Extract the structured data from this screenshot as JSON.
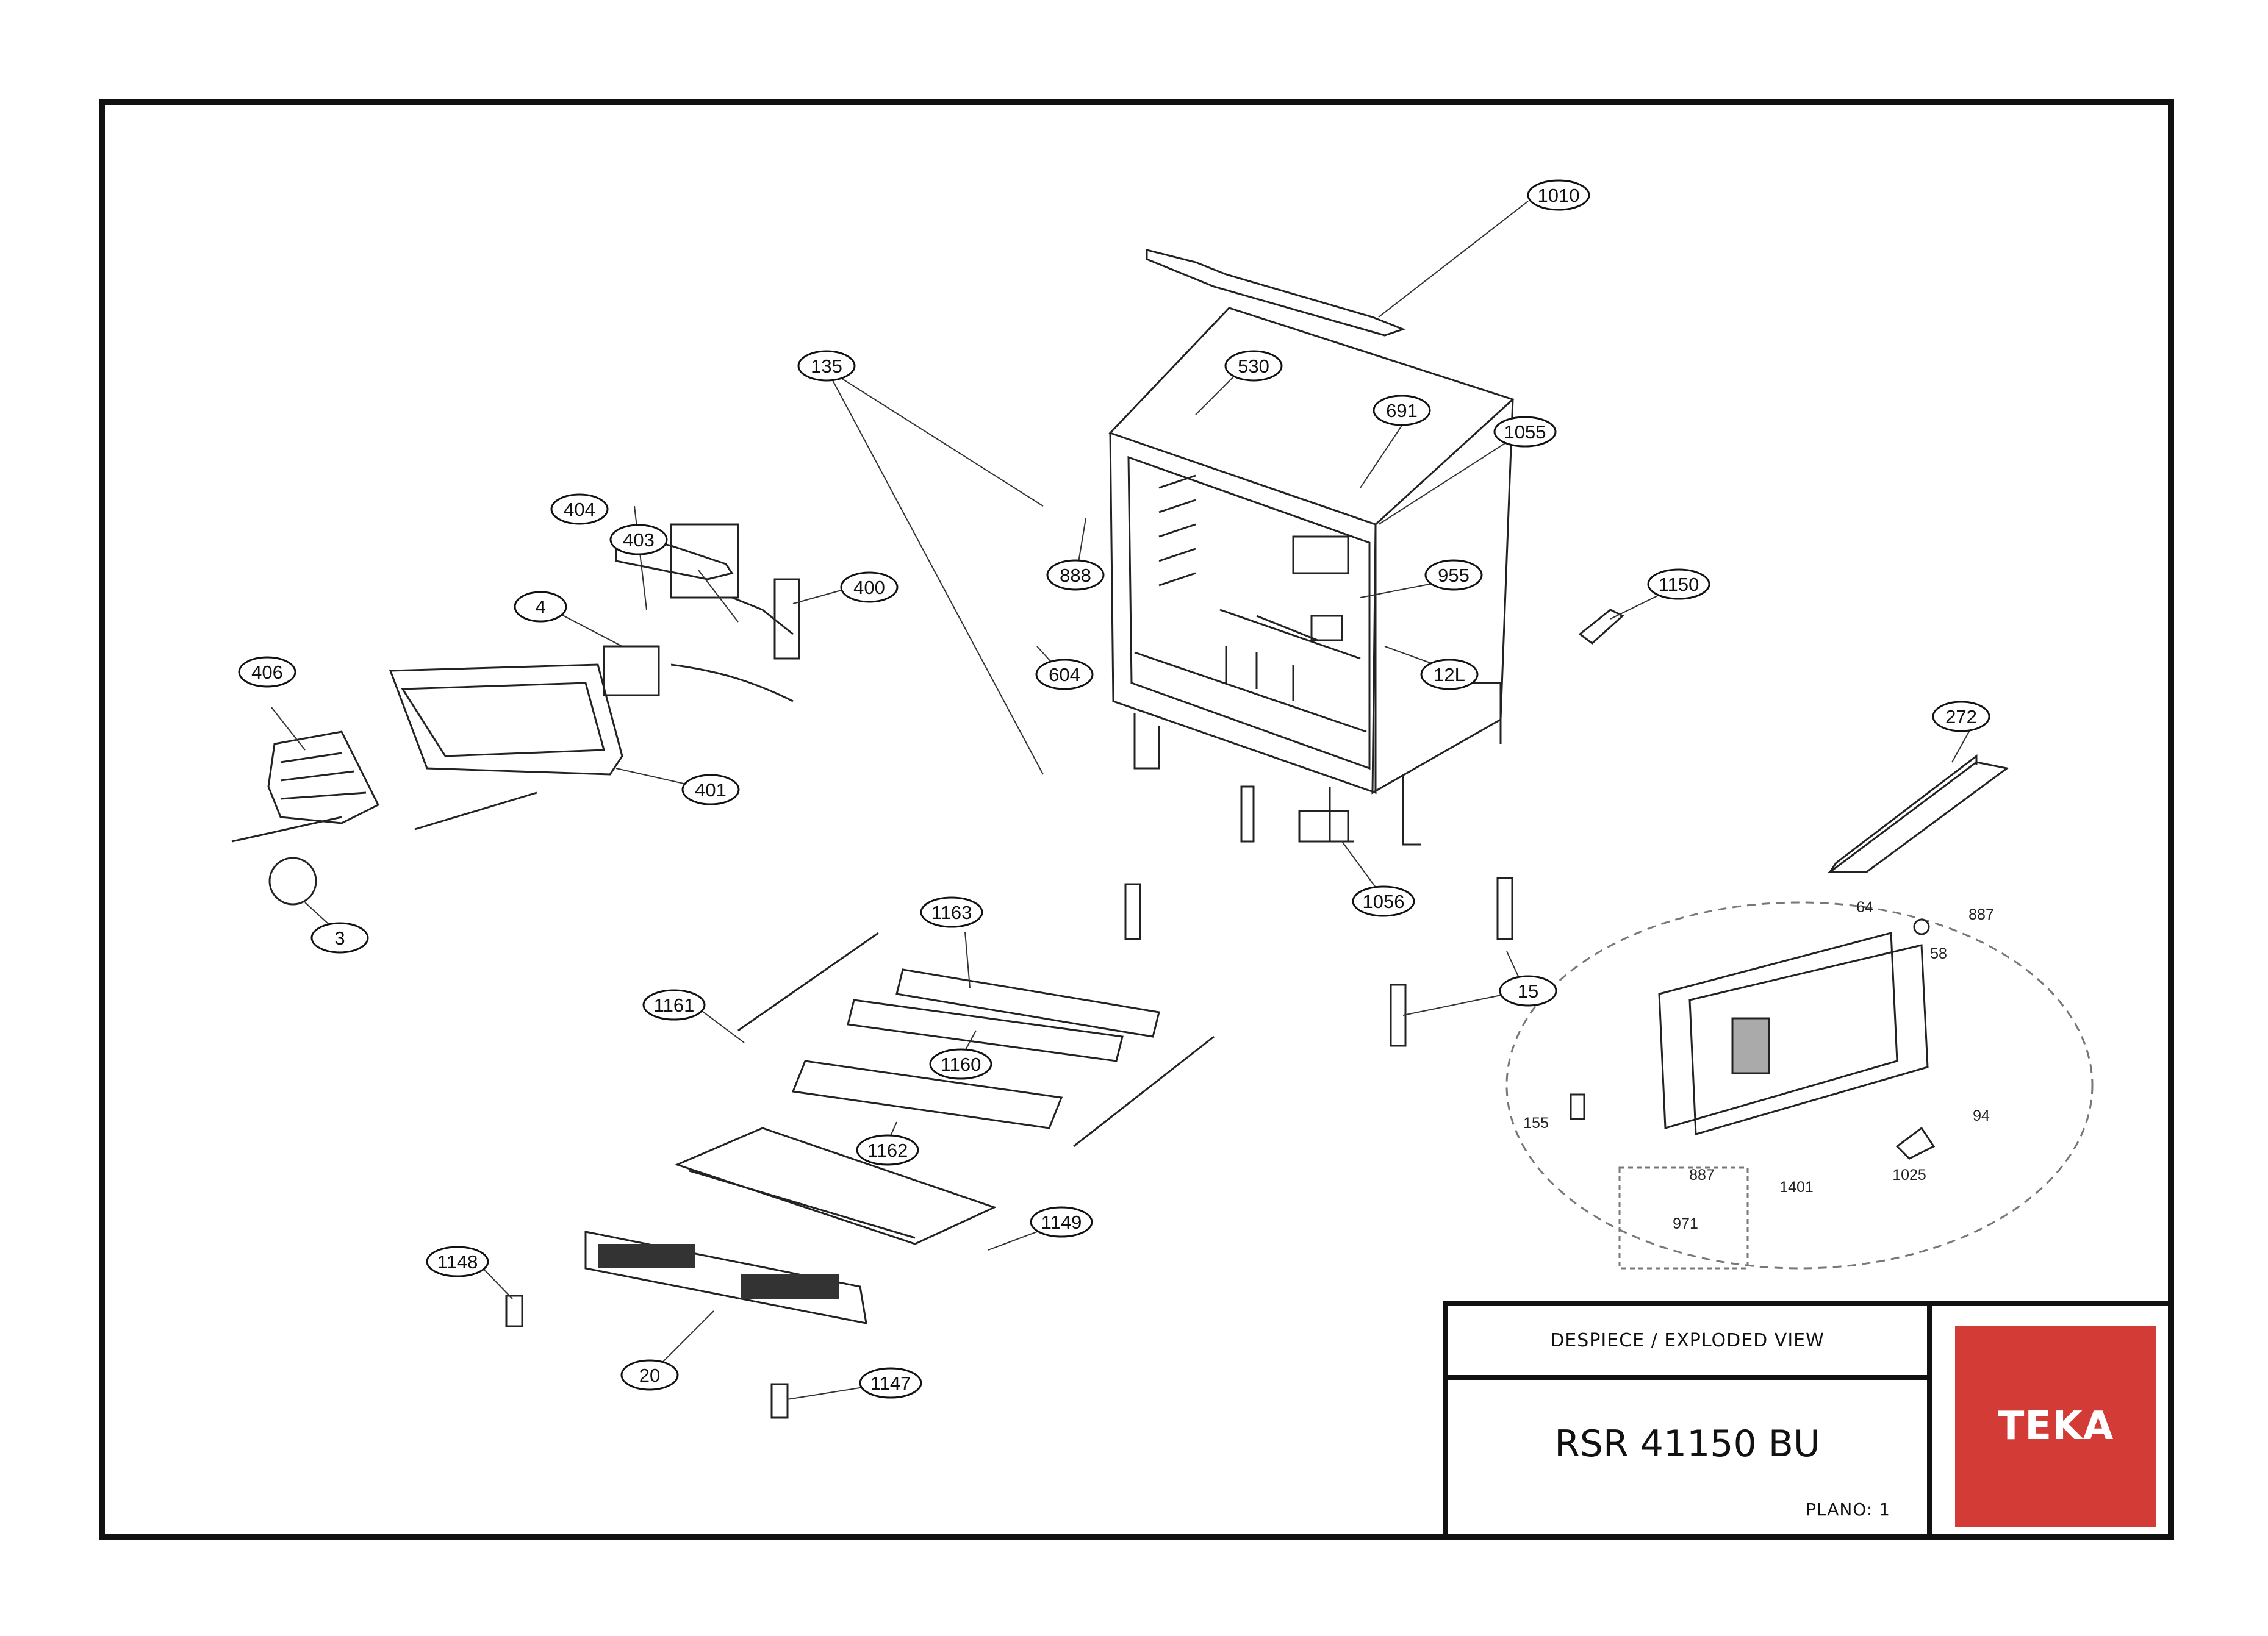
{
  "title_block": {
    "view_label": "DESPIECE / EXPLODED VIEW",
    "model": "RSR 41150 BU",
    "sheet": "PLANO: 1",
    "brand": "TEKA"
  },
  "colors": {
    "frame": "#111111",
    "brand_red": "#d23b36"
  },
  "callouts": [
    "1010",
    "530",
    "691",
    "1055",
    "135",
    "888",
    "955",
    "1150",
    "404",
    "403",
    "400",
    "4",
    "604",
    "12L",
    "406",
    "401",
    "272",
    "3",
    "1163",
    "1056",
    "15",
    "1161",
    "1160",
    "1162",
    "1149",
    "1148",
    "20",
    "1147"
  ],
  "detail_labels": [
    "64",
    "887",
    "58",
    "155",
    "94",
    "1025",
    "887",
    "1401",
    "971"
  ]
}
